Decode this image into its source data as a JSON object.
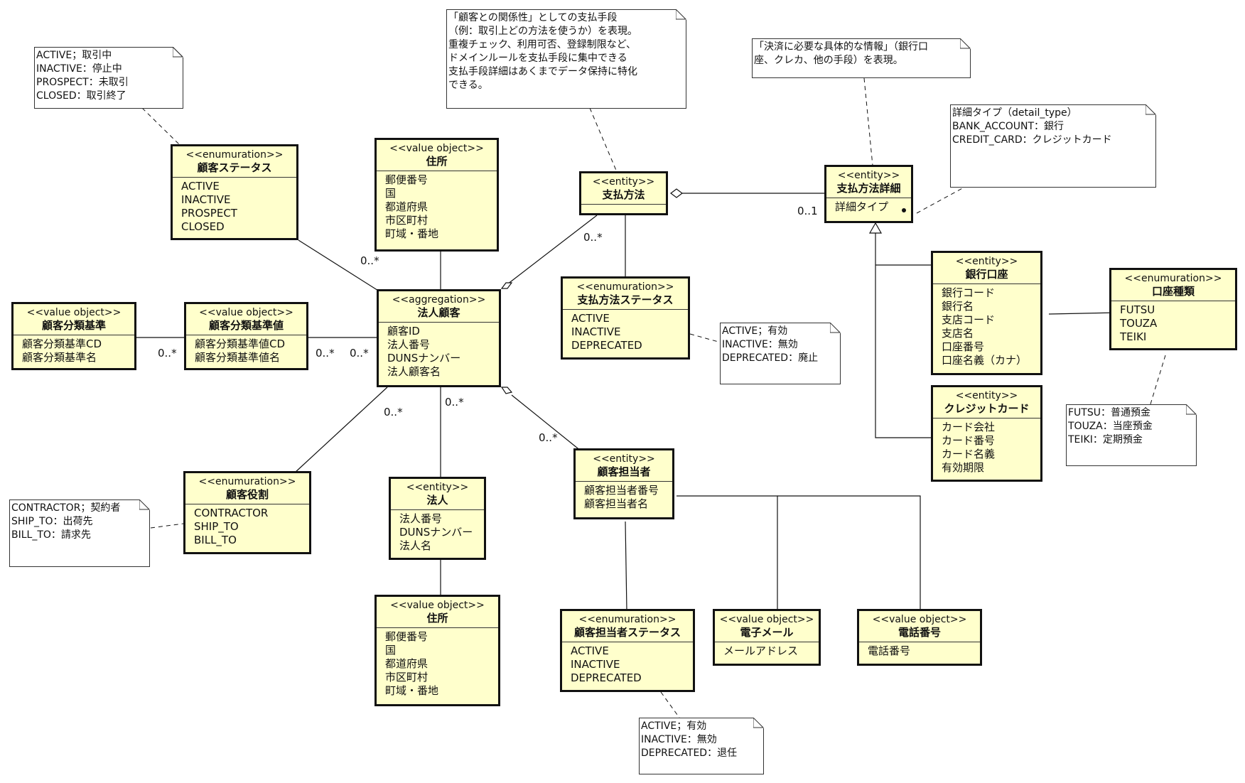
{
  "diagram": {
    "classes": {
      "customer_status": {
        "stereotype": "<<enumuration>>",
        "name": "顧客ステータス",
        "attributes": [
          "ACTIVE",
          "INACTIVE",
          "PROSPECT",
          "CLOSED"
        ]
      },
      "address_top": {
        "stereotype": "<<value object>>",
        "name": "住所",
        "attributes": [
          "郵便番号",
          "国",
          "都道府県",
          "市区町村",
          "町域・番地"
        ]
      },
      "payment_method": {
        "stereotype": "<<entity>>",
        "name": "支払方法",
        "attributes": []
      },
      "payment_detail": {
        "stereotype": "<<entity>>",
        "name": "支払方法詳細",
        "attributes": [
          "詳細タイプ"
        ]
      },
      "classification_criteria": {
        "stereotype": "<<value object>>",
        "name": "顧客分類基準",
        "attributes": [
          "顧客分類基準CD",
          "顧客分類基準名"
        ]
      },
      "classification_value": {
        "stereotype": "<<value object>>",
        "name": "顧客分類基準値",
        "attributes": [
          "顧客分類基準値CD",
          "顧客分類基準値名"
        ]
      },
      "corporate_customer": {
        "stereotype": "<<aggregation>>",
        "name": "法人顧客",
        "attributes": [
          "顧客ID",
          "法人番号",
          "DUNSナンバー",
          "法人顧客名"
        ]
      },
      "payment_method_status": {
        "stereotype": "<<enumuration>>",
        "name": "支払方法ステータス",
        "attributes": [
          "ACTIVE",
          "INACTIVE",
          "DEPRECATED"
        ]
      },
      "bank_account": {
        "stereotype": "<<entity>>",
        "name": "銀行口座",
        "attributes": [
          "銀行コード",
          "銀行名",
          "支店コード",
          "支店名",
          "口座番号",
          "口座名義（カナ）"
        ]
      },
      "account_type": {
        "stereotype": "<<enumuration>>",
        "name": "口座種類",
        "attributes": [
          "FUTSU",
          "TOUZA",
          "TEIKI"
        ]
      },
      "credit_card": {
        "stereotype": "<<entity>>",
        "name": "クレジットカード",
        "attributes": [
          "カード会社",
          "カード番号",
          "カード名義",
          "有効期限"
        ]
      },
      "customer_role": {
        "stereotype": "<<enumuration>>",
        "name": "顧客役割",
        "attributes": [
          "CONTRACTOR",
          "SHIP_TO",
          "BILL_TO"
        ]
      },
      "corporation": {
        "stereotype": "<<entity>>",
        "name": "法人",
        "attributes": [
          "法人番号",
          "DUNSナンバー",
          "法人名"
        ]
      },
      "address_bottom": {
        "stereotype": "<<value object>>",
        "name": "住所",
        "attributes": [
          "郵便番号",
          "国",
          "都道府県",
          "市区町村",
          "町域・番地"
        ]
      },
      "customer_rep": {
        "stereotype": "<<entity>>",
        "name": "顧客担当者",
        "attributes": [
          "顧客担当者番号",
          "顧客担当者名"
        ]
      },
      "customer_rep_status": {
        "stereotype": "<<enumuration>>",
        "name": "顧客担当者ステータス",
        "attributes": [
          "ACTIVE",
          "INACTIVE",
          "DEPRECATED"
        ]
      },
      "email": {
        "stereotype": "<<value object>>",
        "name": "電子メール",
        "attributes": [
          "メールアドレス"
        ]
      },
      "phone": {
        "stereotype": "<<value object>>",
        "name": "電話番号",
        "attributes": [
          "電話番号"
        ]
      }
    },
    "notes": {
      "customer_status_note": [
        "ACTIVE；取引中",
        "INACTIVE：停止中",
        "PROSPECT：未取引",
        "CLOSED：取引終了"
      ],
      "payment_method_note": [
        "「顧客との関係性」としての支払手段",
        "（例：取引上どの方法を使うか）を表現。",
        "重複チェック、利用可否、登録制限など、",
        "ドメインルールを支払手段に集中できる",
        "支払手段詳細はあくまでデータ保持に特化",
        "できる。"
      ],
      "payment_detail_note": [
        "「決済に必要な具体的な情報」（銀行口",
        "座、クレカ、他の手段）を表現。"
      ],
      "detail_type_note": [
        "詳細タイプ（detail_type）",
        "BANK_ACCOUNT：銀行",
        "CREDIT_CARD：クレジットカード"
      ],
      "payment_status_note": [
        "ACTIVE；有効",
        "INACTIVE：無効",
        "DEPRECATED：廃止"
      ],
      "account_type_note": [
        "FUTSU：普通預金",
        "TOUZA：当座預金",
        "TEIKI：定期預金"
      ],
      "customer_role_note": [
        "CONTRACTOR；契約者",
        "SHIP_TO：出荷先",
        "BILL_TO：請求先"
      ],
      "rep_status_note": [
        "ACTIVE；有効",
        "INACTIVE：無効",
        "DEPRECATED：退任"
      ]
    },
    "multiplicities": {
      "status_to_customer": "0..*",
      "criteria_to_value": "0..*",
      "value_side": "0..*",
      "customer_side": "0..*",
      "payment_to_customer": "0..*",
      "payment_detail": "0..1",
      "role_to_customer": "0..*",
      "corporation_to_customer": "0..*",
      "rep_to_customer": "0..*"
    },
    "colors": {
      "class_fill": "#ffffcc",
      "border": "#111111",
      "note_fill": "#ffffff"
    }
  }
}
